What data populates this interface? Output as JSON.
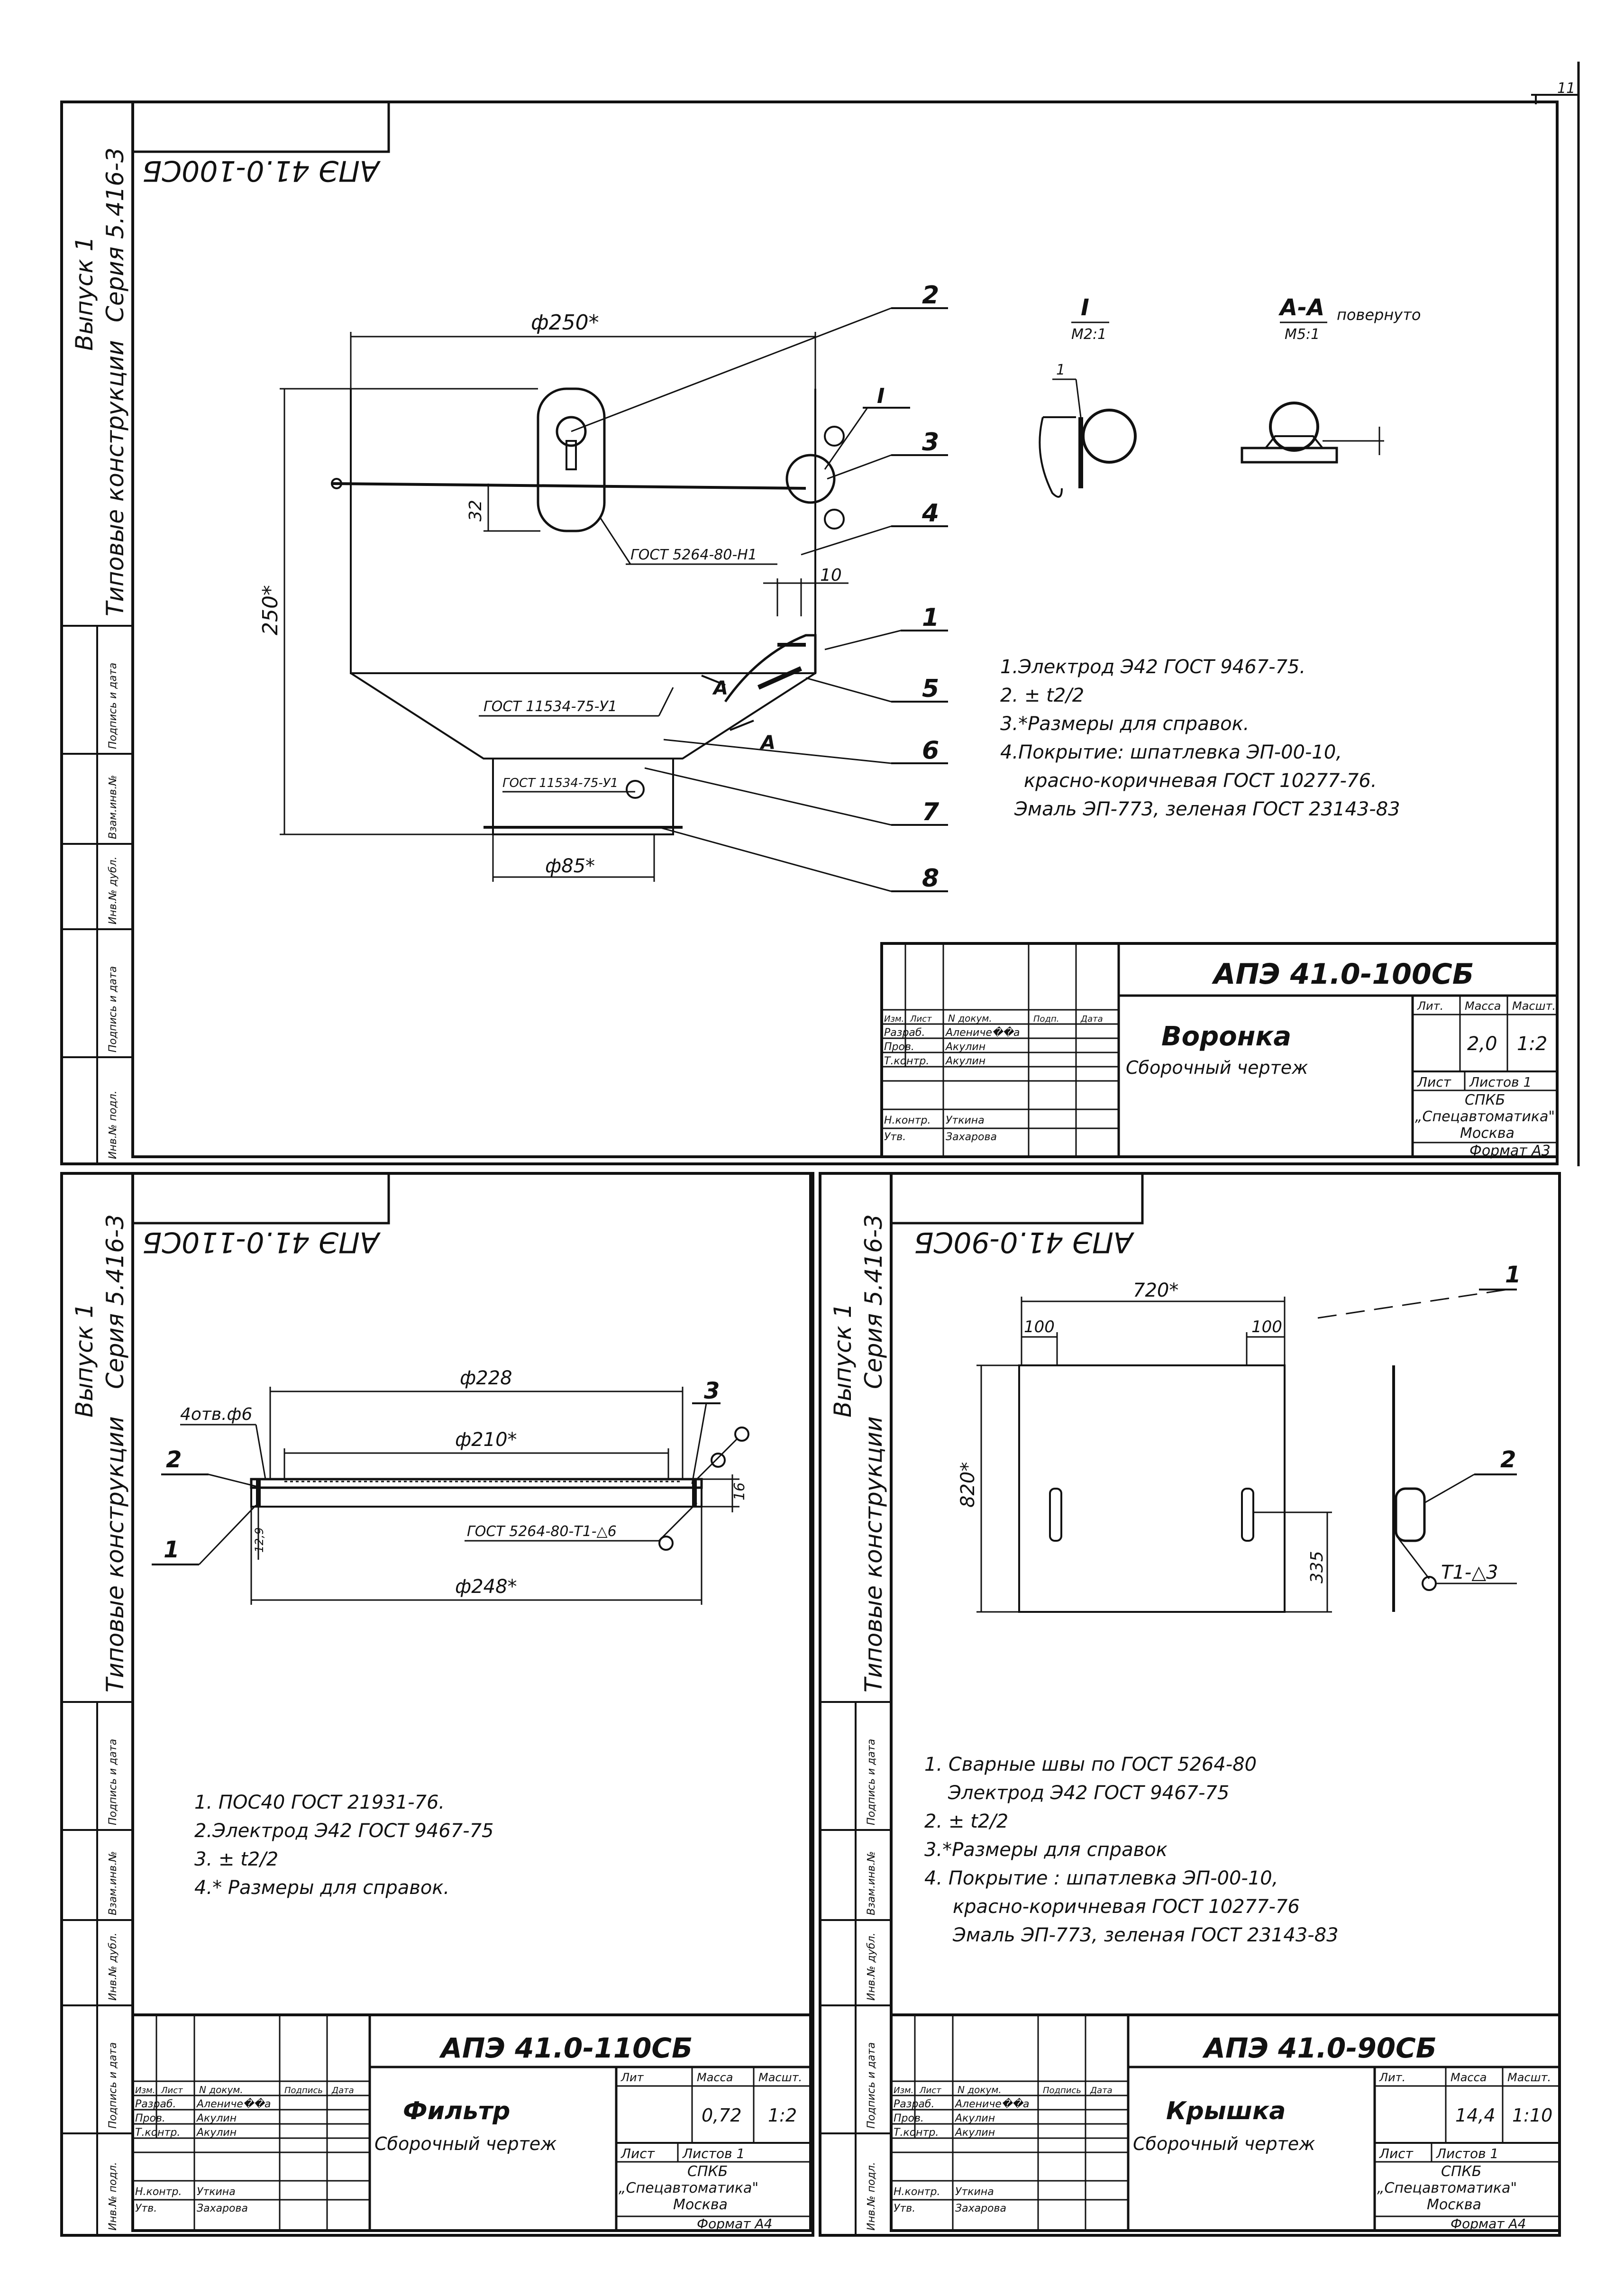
{
  "page_number": "11",
  "sheets": {
    "top": {
      "stamp": "АПЭ 41.0-100СБ",
      "side_label_issue": "Выпуск 1",
      "side_label_series": "Серия 5.416-3",
      "side_label_typical": "Типовые конструкции",
      "archive_cells": [
        "Подпись и дата",
        "Взам.инв.№",
        "Инв.№ дубл.",
        "Подпись и дата",
        "Инв.№ подл."
      ],
      "drawing": {
        "callouts": [
          "1",
          "2",
          "3",
          "4",
          "5",
          "6",
          "7",
          "8"
        ],
        "dim_d250": "ф250*",
        "dim_h250": "250*",
        "dim_32": "32",
        "dim_10": "10",
        "dim_d85": "ф85*",
        "weld_1": "ГОСТ 5264-80-Н1",
        "weld_2": "ГОСТ 11534-75-У1",
        "weld_3": "ГОСТ 11534-75-У1",
        "section_mark": "А",
        "view_I_label": "I",
        "view_I_scale": "М2:1",
        "view_AA_label": "А-А",
        "view_AA_note": "повернуто",
        "view_AA_scale": "М5:1",
        "detail_I_mark": "I",
        "dim_1": "1"
      },
      "notes": [
        "1.Электрод Э42 ГОСТ 9467-75.",
        "2. ± t2/2",
        "3.*Размеры для справок.",
        "4.Покрытие: шпатлевка ЭП-00-10,",
        "красно-коричневая ГОСТ 10277-76.",
        "Эмаль ЭП-773, зеленая ГОСТ 23143-83"
      ],
      "title_block": {
        "designation": "АПЭ 41.0-100СБ",
        "name": "Воронка",
        "doc_type": "Сборочный чертеж",
        "lit_header": "Лит.",
        "mass_header": "Масса",
        "scale_header": "Масшт.",
        "mass": "2,0",
        "scale": "1:2",
        "sheet_label": "Лист",
        "sheets_label": "Листов 1",
        "org_1": "СПКБ",
        "org_2": "„Спецавтоматика\"",
        "org_3": "Москва",
        "format": "Формат А3",
        "row_headers": [
          "Изм.",
          "Лист",
          "N докум.",
          "Подп.",
          "Дата"
        ],
        "roles": [
          "Разраб.",
          "Пров.",
          "Т.контр.",
          "Н.контр.",
          "Утв."
        ],
        "names": [
          "Алениче��а",
          "Акулин",
          "Акулин",
          "Уткина",
          "Захарова"
        ]
      }
    },
    "bottom_left": {
      "stamp": "АПЭ 41.0-110СБ",
      "side_label_issue": "Выпуск 1",
      "side_label_series": "Серия 5.416-3",
      "side_label_typical": "Типовые конструкции",
      "archive_cells": [
        "Подпись и дата",
        "Взам.инв.№",
        "Инв.№ дубл.",
        "Подпись и дата",
        "Инв.№ подл."
      ],
      "drawing": {
        "callouts": [
          "1",
          "2",
          "3"
        ],
        "holes": "4отв.ф6",
        "dim_d228": "ф228",
        "dim_d210": "ф210*",
        "dim_d248": "ф248*",
        "dim_16": "16",
        "dim_12": "12,9",
        "weld": "ГОСТ 5264-80-Т1-△6"
      },
      "notes": [
        "1. ПОС40 ГОСТ 21931-76.",
        "2.Электрод Э42 ГОСТ 9467-75",
        "3. ± t2/2",
        "4.* Размеры для справок."
      ],
      "title_block": {
        "designation": "АПЭ 41.0-110СБ",
        "name": "Фильтр",
        "doc_type": "Сборочный чертеж",
        "lit_header": "Лит",
        "mass_header": "Масса",
        "scale_header": "Масшт.",
        "mass": "0,72",
        "scale": "1:2",
        "sheet_label": "Лист",
        "sheets_label": "Листов 1",
        "org_1": "СПКБ",
        "org_2": "„Спецавтоматика\"",
        "org_3": "Москва",
        "format": "Формат А4",
        "row_headers": [
          "Изм.",
          "Лист",
          "N докум.",
          "Подпись",
          "Дата"
        ],
        "roles": [
          "Разраб.",
          "Пров.",
          "Т.контр.",
          "Н.контр.",
          "Утв."
        ],
        "names": [
          "Алениче��а",
          "Акулин",
          "Акулин",
          "Уткина",
          "Захарова"
        ]
      }
    },
    "bottom_right": {
      "stamp": "АПЭ 41.0-90СБ",
      "side_label_issue": "Выпуск 1",
      "side_label_series": "Серия 5.416-3",
      "side_label_typical": "Типовые конструкции",
      "archive_cells": [
        "Подпись и дата",
        "Взам.инв.№",
        "Инв.№ дубл.",
        "Подпись и дата",
        "Инв.№ подл."
      ],
      "drawing": {
        "callouts": [
          "1",
          "2"
        ],
        "dim_720": "720*",
        "dim_100a": "100",
        "dim_100b": "100",
        "dim_820": "820*",
        "dim_335": "335",
        "weld": "Т1-△3"
      },
      "notes": [
        "1. Сварные швы по ГОСТ 5264-80",
        "Электрод Э42 ГОСТ 9467-75",
        "2. ± t2/2",
        "3.*Размеры для справок",
        "4. Покрытие : шпатлевка ЭП-00-10,",
        "красно-коричневая ГОСТ 10277-76",
        "Эмаль ЭП-773, зеленая ГОСТ 23143-83"
      ],
      "title_block": {
        "designation": "АПЭ 41.0-90СБ",
        "name": "Крышка",
        "doc_type": "Сборочный чертеж",
        "lit_header": "Лит.",
        "mass_header": "Масса",
        "scale_header": "Масшт.",
        "mass": "14,4",
        "scale": "1:10",
        "sheet_label": "Лист",
        "sheets_label": "Листов 1",
        "org_1": "СПКБ",
        "org_2": "„Спецавтоматика\"",
        "org_3": "Москва",
        "format": "Формат А4",
        "row_headers": [
          "Изм.",
          "Лист",
          "N докум.",
          "Подпись",
          "Дата"
        ],
        "roles": [
          "Разраб.",
          "Пров.",
          "Т.контр.",
          "Н.контр.",
          "Утв."
        ],
        "names": [
          "Алениче��а",
          "Акулин",
          "Акулин",
          "Уткина",
          "Захарова"
        ]
      }
    }
  }
}
